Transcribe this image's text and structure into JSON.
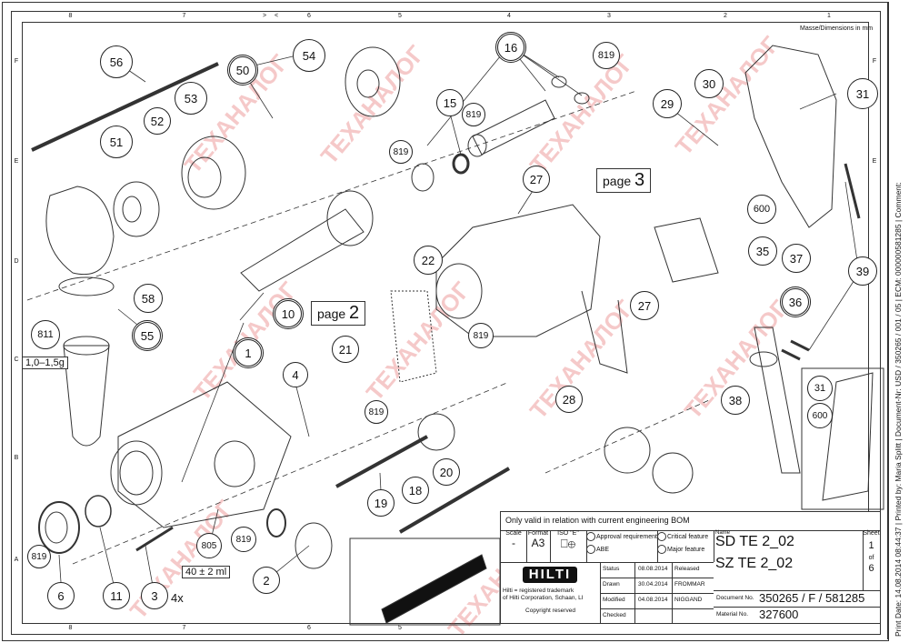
{
  "drawing": {
    "dimensions_note": "Masse/Dimensions in mm",
    "zone_columns": [
      "8",
      "7",
      "6",
      "5",
      "4",
      "3",
      "2",
      "1"
    ],
    "zone_rows": [
      "F",
      "E",
      "D",
      "C",
      "B",
      "A"
    ],
    "centering_marks": {
      "left": ">",
      "right": "<"
    },
    "page_refs": [
      {
        "id": "page2",
        "label": "page",
        "number": "2"
      },
      {
        "id": "page3",
        "label": "page",
        "number": "3"
      }
    ],
    "callouts": [
      "56",
      "50",
      "54",
      "16",
      "819",
      "51",
      "52",
      "53",
      "15",
      "819",
      "819",
      "29",
      "30",
      "31",
      "27",
      "600",
      "22",
      "35",
      "37",
      "39",
      "10",
      "58",
      "811",
      "55",
      "36",
      "21",
      "819",
      "1",
      "4",
      "819",
      "38",
      "31",
      "600",
      "18",
      "20",
      "19",
      "805",
      "819",
      "6",
      "11",
      "3",
      "2",
      "27",
      "28"
    ],
    "annotations": {
      "grease_811": "1,0–1,5g",
      "grease_805": "40 ± 2 ml",
      "qty_3": "4x"
    }
  },
  "title_block": {
    "validity_note": "Only valid in relation with current engineering BOM",
    "scale_label": "Scale",
    "scale_value": "-",
    "format_label": "Format",
    "format_value": "A3",
    "iso_label": "ISO \"E\"",
    "approval_requirement": "Approval requirement",
    "abe": "ABE",
    "critical_feature": "Critical feature",
    "major_feature": "Major feature",
    "name_label": "Name",
    "name_line1": "SD TE 2_02",
    "name_line2": "SZ TE 2_02",
    "sheet_label": "Sheet",
    "sheet_number": "1",
    "sheet_of": "of",
    "sheet_total": "6",
    "brand": "HILTI",
    "trademark_line1": "Hilti = registered trademark",
    "trademark_line2": "of Hilti Corporation, Schaan, LI",
    "copyright": "Copyright reserved",
    "rows": [
      {
        "label": "Status",
        "date": "08.08.2014",
        "value": "Released"
      },
      {
        "label": "Drawn",
        "date": "30.04.2014",
        "value": "FROMMAR"
      },
      {
        "label": "Modified",
        "date": "04.08.2014",
        "value": "NIGGAND"
      },
      {
        "label": "Checked",
        "date": "",
        "value": ""
      }
    ],
    "document_label": "Document No.",
    "document_value": "350265 / F / 581285",
    "material_label": "Material No.",
    "material_value": "327600"
  },
  "print_info": "Print Date: 14.08.2014 08:44:37 | Printed by: Maria Splitt | Document-Nr: USD / 350265 / 001 / 05 | ECM: 000000581285 | Comment:",
  "watermark": "ТЕХАНАЛОГ"
}
